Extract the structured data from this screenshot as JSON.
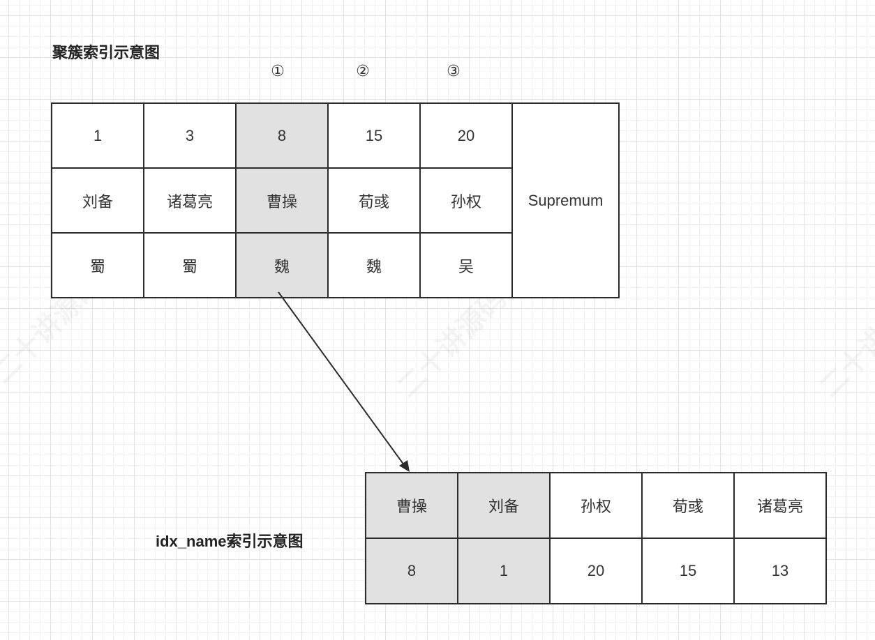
{
  "watermark": "二十讲源码",
  "clustered_index": {
    "title": "聚簇索引示意图",
    "markers": [
      "①",
      "②",
      "③"
    ],
    "ids": [
      "1",
      "3",
      "8",
      "15",
      "20"
    ],
    "names": [
      "刘备",
      "诸葛亮",
      "曹操",
      "荀彧",
      "孙权"
    ],
    "kingdoms": [
      "蜀",
      "蜀",
      "魏",
      "魏",
      "吴"
    ],
    "supremum": "Supremum",
    "highlight_color": "#e1e1e1"
  },
  "secondary_index": {
    "title": "idx_name索引示意图",
    "names": [
      "曹操",
      "刘备",
      "孙权",
      "荀彧",
      "诸葛亮"
    ],
    "ids": [
      "8",
      "1",
      "20",
      "15",
      "13"
    ],
    "highlight_color": "#e1e1e1"
  },
  "colors": {
    "border": "#2b2b2b",
    "highlight": "#e1e1e1",
    "grid_line": "#e2e2e2"
  }
}
